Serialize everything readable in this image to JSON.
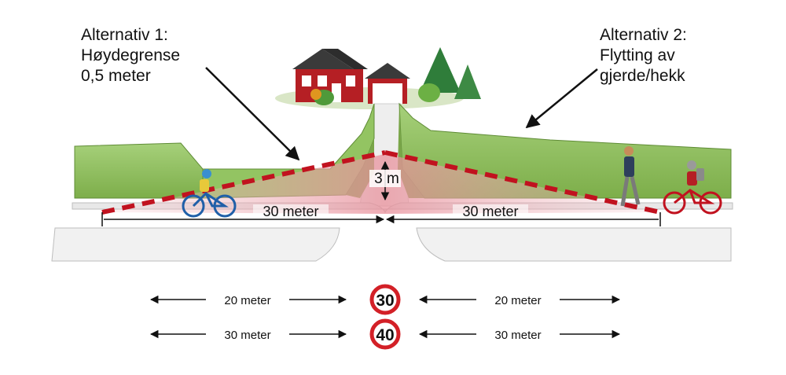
{
  "alternatives": {
    "alt1": {
      "line1": "Alternativ 1:",
      "line2": "Høydegrense",
      "line3": "0,5 meter"
    },
    "alt2": {
      "line1": "Alternativ 2:",
      "line2": "Flytting av",
      "line3": "gjerde/hekk"
    }
  },
  "dimensions": {
    "height_label": "3 m",
    "left_distance": "30 meter",
    "right_distance": "30 meter"
  },
  "speed_table": [
    {
      "speed": "30",
      "left": "20 meter",
      "right": "20 meter"
    },
    {
      "speed": "40",
      "left": "30 meter",
      "right": "30 meter"
    }
  ],
  "colors": {
    "hedge": "#8fbf5a",
    "hedge_dark": "#6e9e3e",
    "sight_line": "#c1121f",
    "sight_zone": "#e8a0a8",
    "road": "#f2f2f2",
    "house_red": "#b51f24",
    "sign_red": "#d32027"
  },
  "icons": [
    "house-icon",
    "garage-icon",
    "tree-icon",
    "cyclist-icon",
    "pedestrian-icon",
    "speed-sign-icon"
  ]
}
